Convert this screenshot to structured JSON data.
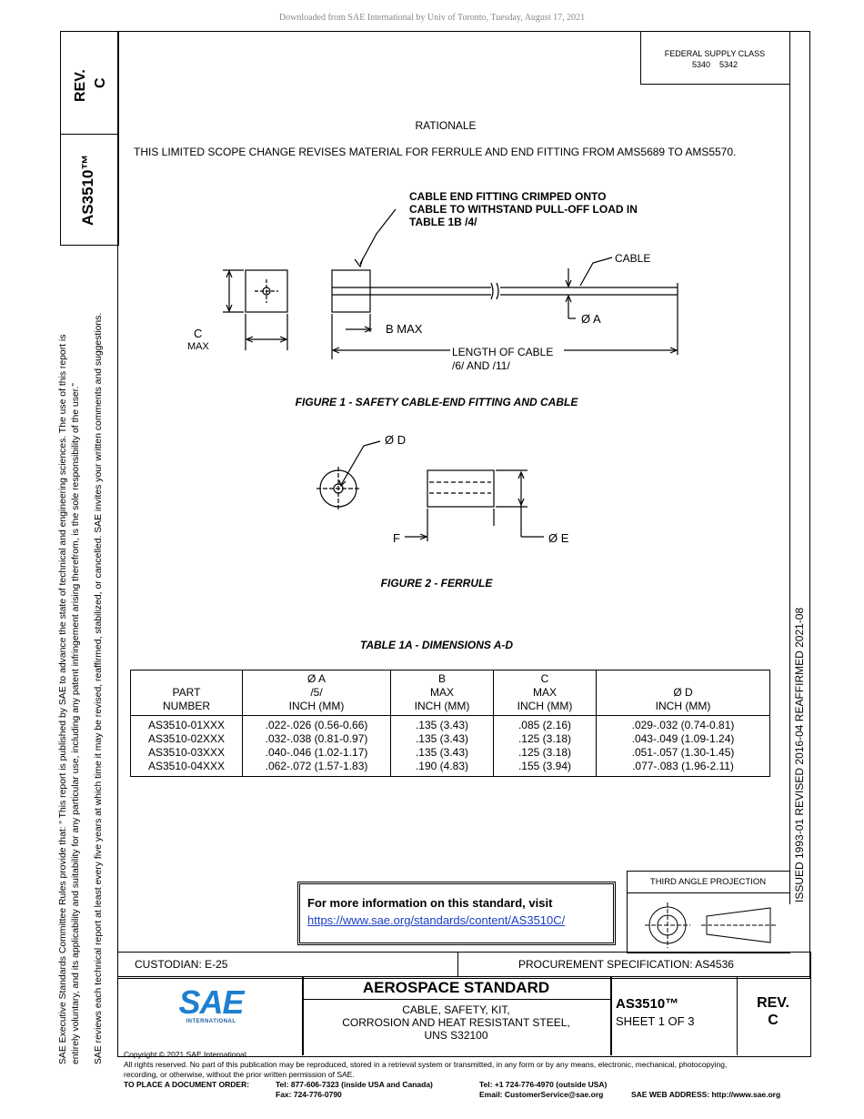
{
  "download_note": "Downloaded from SAE International by Univ of Toronto, Tuesday, August 17, 2021",
  "side": {
    "rev_label": "REV.",
    "rev_value": "C",
    "doc_number": "AS3510™",
    "rules_line1": "SAE Executive Standards Committee Rules provide that: “  This report is published by SAE to advance the state of technical and engineering sciences. The use of this report is",
    "rules_line2": "entirely voluntary, and its applicability and suitability for any particular use, including any patent infringement arising therefrom, is the sole responsibility of the user.”",
    "rules_line3": "SAE reviews each technical report at least every five years at which time it may be revised, reaffirmed, stabilized, or cancelled. SAE invites your written comments and suggestions."
  },
  "right_strip": "ISSUED 1993-01   REVISED 2016-04   REAFFIRMED 2021-08",
  "federal_supply": {
    "label": "FEDERAL SUPPLY CLASS",
    "codes": "5340    5342"
  },
  "rationale": {
    "heading": "RATIONALE",
    "text": "THIS LIMITED SCOPE CHANGE REVISES MATERIAL FOR FERRULE AND END FITTING FROM AMS5689 TO AMS5570."
  },
  "figure1": {
    "callout_line1": "CABLE END FITTING CRIMPED ONTO",
    "callout_line2": "CABLE TO WITHSTAND PULL-OFF LOAD IN",
    "callout_line3": "TABLE 1B /4/",
    "label_cable": "CABLE",
    "label_a": "Ø A",
    "label_b": "B MAX",
    "label_c": "C",
    "label_max": "MAX",
    "label_length1": "LENGTH OF CABLE",
    "label_length2": "/6/ AND /11/",
    "caption": "FIGURE 1 - SAFETY CABLE-END FITTING AND CABLE"
  },
  "figure2": {
    "label_d": "Ø D",
    "label_e": "Ø E",
    "label_f": "F",
    "caption": "FIGURE 2 - FERRULE"
  },
  "table1a": {
    "caption": "TABLE 1A - DIMENSIONS A-D",
    "headers": [
      [
        "PART",
        "NUMBER"
      ],
      [
        "Ø A",
        "/5/",
        "INCH (MM)"
      ],
      [
        "B",
        "MAX",
        "INCH (MM)"
      ],
      [
        "C",
        "MAX",
        "INCH (MM)"
      ],
      [
        "Ø D",
        "INCH (MM)"
      ]
    ],
    "rows": [
      [
        "AS3510-01XXX",
        ".022-.026 (0.56-0.66)",
        ".135 (3.43)",
        ".085 (2.16)",
        ".029-.032 (0.74-0.81)"
      ],
      [
        "AS3510-02XXX",
        ".032-.038 (0.81-0.97)",
        ".135 (3.43)",
        ".125 (3.18)",
        ".043-.049 (1.09-1.24)"
      ],
      [
        "AS3510-03XXX",
        ".040-.046 (1.02-1.17)",
        ".135 (3.43)",
        ".125 (3.18)",
        ".051-.057 (1.30-1.45)"
      ],
      [
        "AS3510-04XXX",
        ".062-.072 (1.57-1.83)",
        ".190 (4.83)",
        ".155 (3.94)",
        ".077-.083 (1.96-2.11)"
      ]
    ]
  },
  "more_info": {
    "text": "For more information on this standard, visit",
    "link": "https://www.sae.org/standards/content/AS3510C/"
  },
  "projection": {
    "label": "THIRD ANGLE PROJECTION"
  },
  "title_block": {
    "custodian": "CUSTODIAN: E-25",
    "procurement": "PROCUREMENT SPECIFICATION: AS4536",
    "logo_text": "SAE",
    "logo_sub": "INTERNATIONAL",
    "std_type": "AEROSPACE STANDARD",
    "title1": "CABLE, SAFETY, KIT,",
    "title2": "CORROSION AND HEAT RESISTANT STEEL,",
    "title3": "UNS S32100",
    "doc_number": "AS3510™",
    "sheet": "SHEET 1 OF 3",
    "rev_label": "REV.",
    "rev_value": "C"
  },
  "footer": {
    "copyright": "Copyright © 2021 SAE International",
    "rights1": "All rights reserved. No part of this publication may be reproduced, stored in a retrieval system or transmitted, in any form or by any means, electronic, mechanical, photocopying,",
    "rights2": "recording, or otherwise, without the prior written permission of SAE.",
    "order_label": "TO PLACE A DOCUMENT ORDER:",
    "tel_usa": "Tel: 877-606-7323 (inside USA and Canada)",
    "fax": "Fax: 724-776-0790",
    "tel_outside": "Tel: +1 724-776-4970 (outside USA)",
    "email": "Email: CustomerService@sae.org",
    "web": "SAE WEB ADDRESS: http://www.sae.org"
  }
}
